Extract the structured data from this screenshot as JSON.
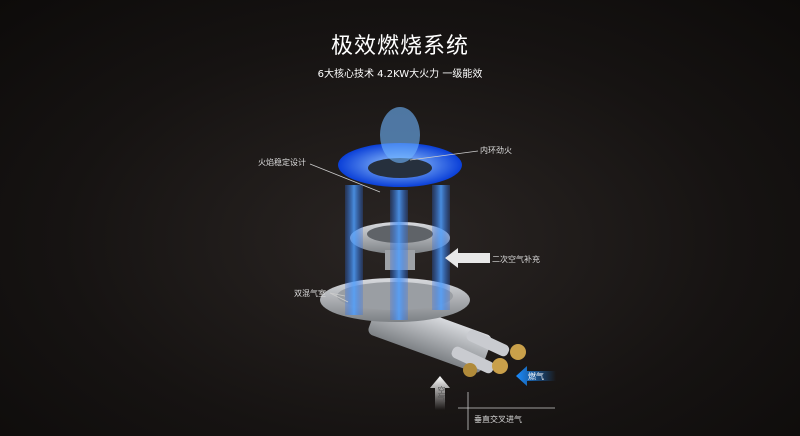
{
  "title": "极效燃烧系统",
  "subtitle": "6大核心技术 4.2KW大火力 一级能效",
  "labels": {
    "flame_stable": "火焰稳定设计",
    "inner_ring": "内环劲火",
    "secondary_air": "二次空气补充",
    "dual_chamber": "双混气室",
    "air": "空气",
    "gas": "燃气",
    "cross_intake": "垂直交叉进气"
  },
  "colors": {
    "flame": "#1e6bff",
    "metal": "#b9bcc0",
    "brass": "#c9a04a",
    "gas_arrow": "#1a8cff"
  }
}
